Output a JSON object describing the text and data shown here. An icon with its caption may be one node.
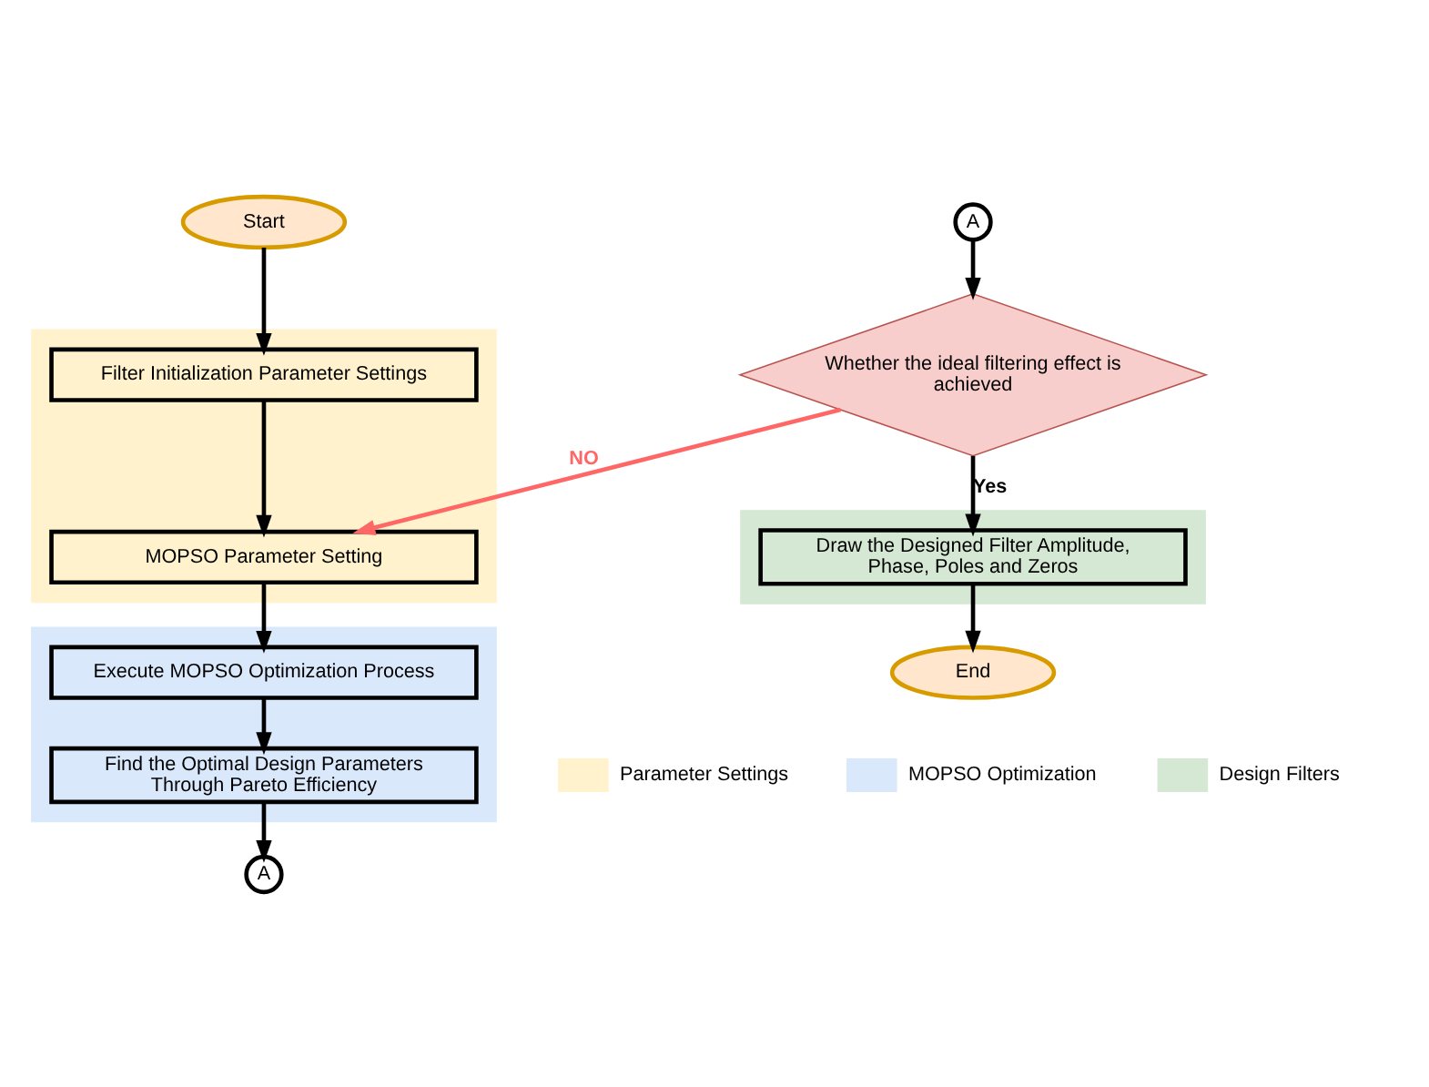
{
  "diagram": {
    "nodes": [
      {
        "text": [
          "Start"
        ]
      },
      {
        "text": [],
        "shape": "box"
      },
      {
        "text": [
          "Filter Initialization Parameter Settings"
        ],
        "in": 1
      },
      {
        "text": [
          "MOPSO Parameter Setting"
        ],
        "in": 1
      },
      {
        "text": [],
        "shape": "box"
      },
      {
        "text": [
          "Execute MOPSO Optimization Process"
        ],
        "in": 4
      },
      {
        "text": [
          "Find the Optimal Design Parameters Through Pareto Efficiency"
        ],
        "in": 4
      },
      {
        "text": [
          "A"
        ]
      },
      {
        "text": [
          "A"
        ]
      },
      {
        "text": [
          "Whether the ideal filtering effect is achieved"
        ]
      },
      {
        "text": [],
        "shape": "box"
      },
      {
        "text": [
          "Draw the Designed Filter Amplitude, Phase, Poles and Zeros"
        ],
        "in": 10
      },
      {
        "text": [
          "End"
        ]
      }
    ],
    "edges": [
      {
        "from": 0,
        "to": 2,
        "arrow": "to"
      },
      {
        "from": 2,
        "to": 3,
        "arrow": "to"
      },
      {
        "from": 3,
        "to": 5,
        "arrow": "to"
      },
      {
        "from": 5,
        "to": 6,
        "arrow": "to"
      },
      {
        "from": 6,
        "to": 7,
        "arrow": "to"
      },
      {
        "from": 8,
        "to": 9,
        "arrow": "to"
      },
      {
        "from": 9,
        "to": 3,
        "arrow": "to",
        "label": "NO",
        "color": "#ff6666"
      },
      {
        "from": 9,
        "to": 11,
        "arrow": "to",
        "label": "Yes"
      },
      {
        "from": 11,
        "to": 12,
        "arrow": "to"
      }
    ],
    "legend": [
      {
        "text": "Parameter Settings",
        "color": "#fff2cc"
      },
      {
        "text": "MOPSO Optimization",
        "color": "#dae8fc"
      },
      {
        "text": "Design Filters",
        "color": "#d5e8d4"
      }
    ]
  }
}
